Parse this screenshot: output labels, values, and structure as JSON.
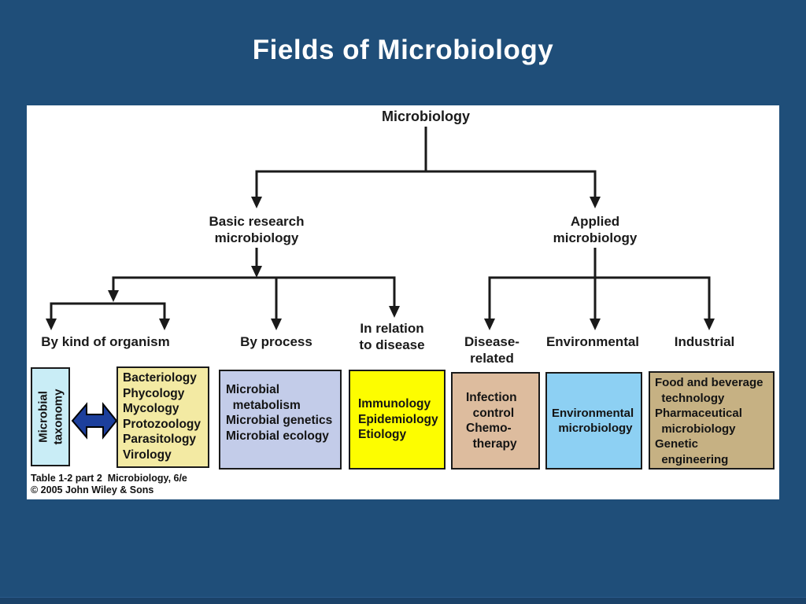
{
  "slide": {
    "title": "Fields of Microbiology"
  },
  "diagram": {
    "root_label": "Microbiology",
    "branch_labels": {
      "basic": "Basic research\nmicrobiology",
      "applied": "Applied\nmicrobiology"
    },
    "category_labels": {
      "by_kind": "By kind of organism",
      "by_process": "By process",
      "in_relation": "In relation\nto disease",
      "disease_related": "Disease-\nrelated",
      "environmental": "Environmental",
      "industrial": "Industrial"
    },
    "boxes": {
      "taxonomy": {
        "text": "Microbial\ntaxonomy",
        "bg": "#C9EDF6"
      },
      "organisms": {
        "lines": [
          "Bacteriology",
          "Phycology",
          "Mycology",
          "Protozoology",
          "Parasitology",
          "Virology"
        ],
        "bg": "#F3EAA3"
      },
      "process": {
        "lines": [
          "Microbial",
          "  metabolism",
          "Microbial genetics",
          "Microbial ecology"
        ],
        "bg": "#C3CCE9"
      },
      "disease": {
        "lines": [
          "Immunology",
          "Epidemiology",
          "Etiology"
        ],
        "bg": "#FDFD00"
      },
      "infection": {
        "lines": [
          "Infection",
          "  control",
          "Chemo-",
          "  therapy"
        ],
        "bg": "#DDBC9E"
      },
      "environmental": {
        "lines": [
          "Environmental",
          "  microbiology"
        ],
        "bg": "#8DD0F3"
      },
      "food": {
        "lines": [
          "Food and beverage",
          "  technology",
          "Pharmaceutical",
          "  microbiology",
          "Genetic",
          "  engineering"
        ],
        "bg": "#C6B183"
      }
    },
    "caption": [
      "Table 1-2 part 2  Microbiology, 6/e",
      "© 2005 John Wiley & Sons"
    ],
    "colors": {
      "slide_bg": "#1F4E79",
      "line": "#1A1A1A",
      "arrow_fill": "#1C3F9C"
    }
  }
}
